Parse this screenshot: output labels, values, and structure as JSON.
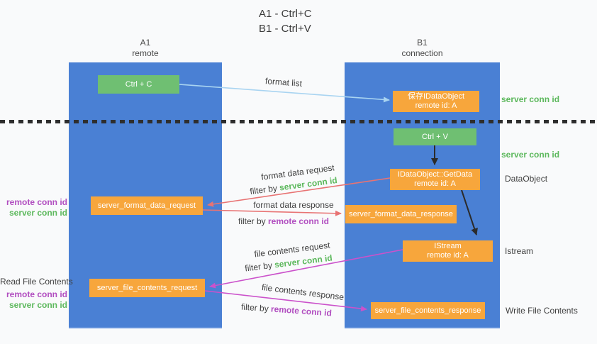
{
  "title": {
    "line1": "A1 - Ctrl+C",
    "line2": "B1 - Ctrl+V"
  },
  "lanes": {
    "left": {
      "name": "A1",
      "role": "remote"
    },
    "right": {
      "name": "B1",
      "role": "connection"
    }
  },
  "nodes": {
    "ctrl_c": {
      "label": "Ctrl + C"
    },
    "save_idataobject": {
      "line1": "保存IDataObject",
      "line2": "remote id: A"
    },
    "ctrl_v": {
      "label": "Ctrl + V"
    },
    "getdata": {
      "line1": "IDataObject::GetData",
      "line2": "remote id: A"
    },
    "format_request": {
      "label": "server_format_data_request"
    },
    "format_response": {
      "label": "server_format_data_response"
    },
    "istream": {
      "line1": "IStream",
      "line2": "remote id: A"
    },
    "file_request": {
      "label": "server_file_contents_request"
    },
    "file_response": {
      "label": "server_file_contents_response"
    }
  },
  "left_labels": {
    "remote_conn_1": "remote conn id",
    "server_conn_1": "server conn id",
    "read_file": "Read File Contents",
    "remote_conn_2": "remote conn id",
    "server_conn_2": "server conn id"
  },
  "right_labels": {
    "server_conn_1": "server conn id",
    "server_conn_2": "server conn id",
    "dataobject": "DataObject",
    "istream": "Istream",
    "write_file": "Write File Contents"
  },
  "flows": {
    "format_list": {
      "label": "format list"
    },
    "format_request": {
      "label": "format data request",
      "filter_prefix": "filter by ",
      "filter_key": "server conn id"
    },
    "format_response": {
      "label": "format data response",
      "filter_prefix": "filter by ",
      "filter_key": "remote conn id"
    },
    "file_request": {
      "label": "file contents request",
      "filter_prefix": "filter by ",
      "filter_key": "server conn id"
    },
    "file_response": {
      "label": "file contents response",
      "filter_prefix": "filter by ",
      "filter_key": "remote conn id"
    }
  },
  "colors": {
    "lane_blue": "#4a80d4",
    "green_box": "#6fbf72",
    "orange_box": "#f7a63c",
    "green_text": "#5cb85c",
    "purple_text": "#b14ec0",
    "arrow_red": "#e87373",
    "arrow_magenta": "#cb52cb",
    "arrow_blue": "#a9d4f1",
    "arrow_black": "#2b2b2b"
  }
}
